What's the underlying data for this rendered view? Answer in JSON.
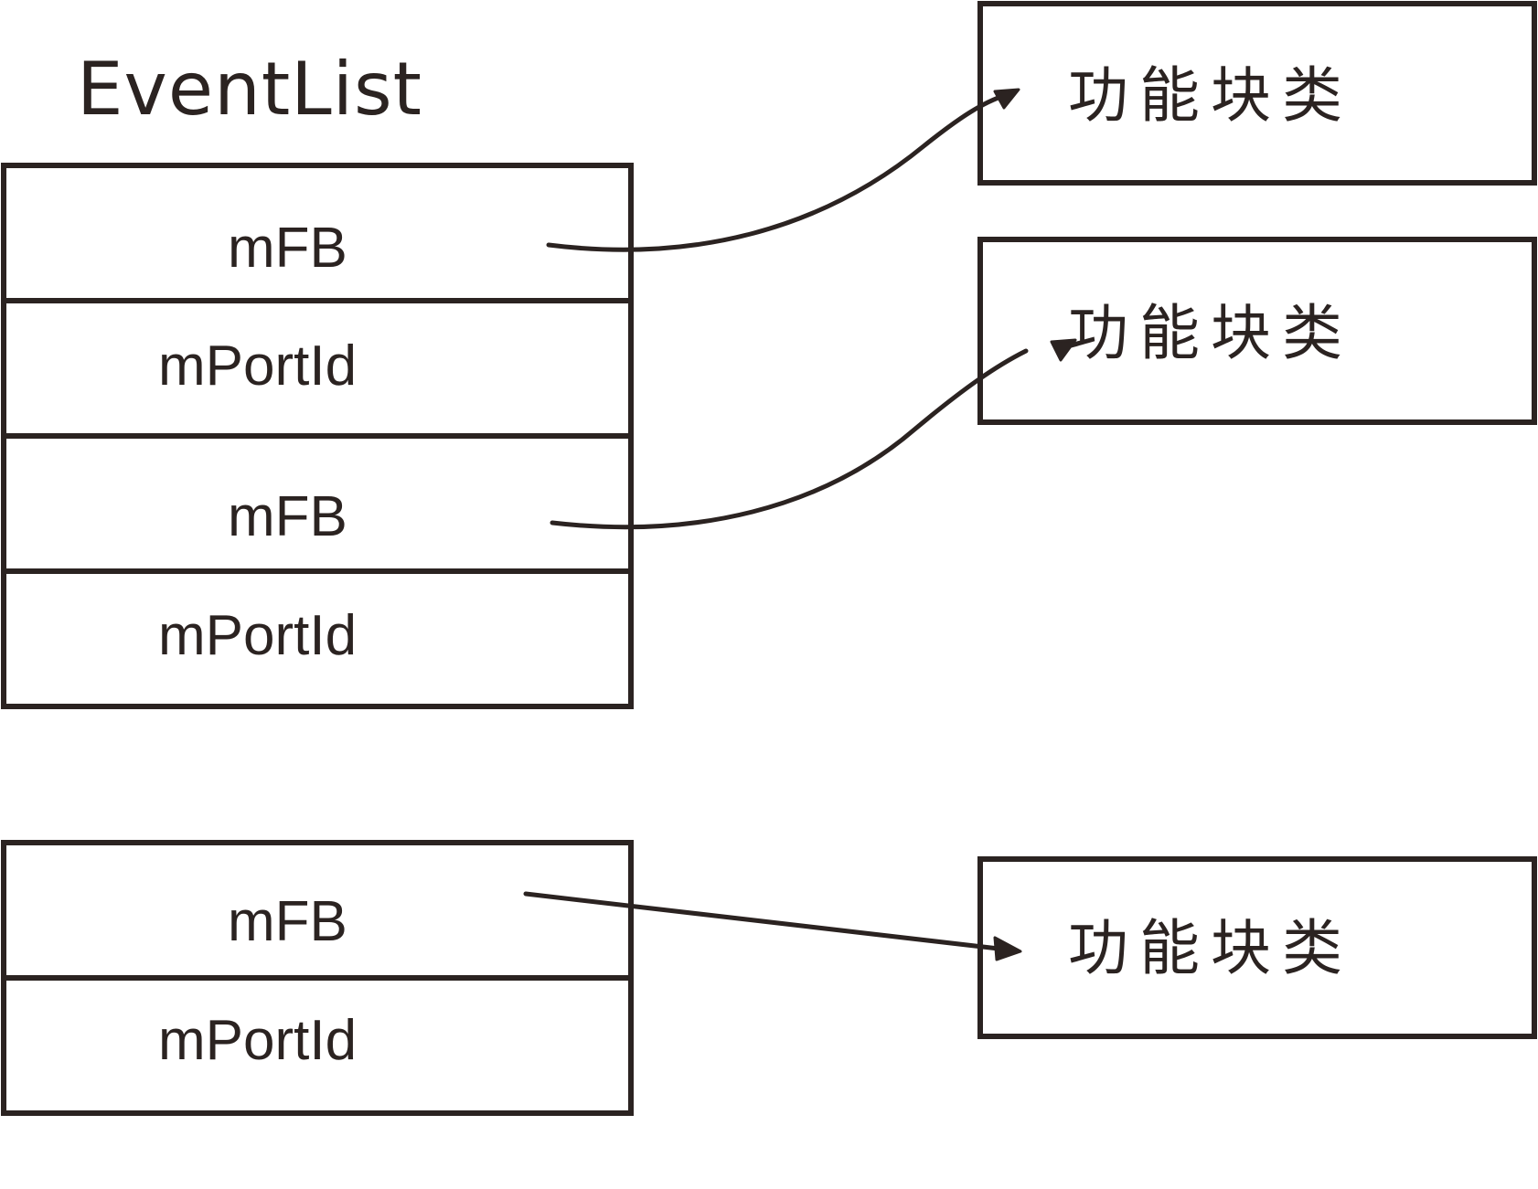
{
  "diagram": {
    "title": "EventList",
    "stroke_color": "#2b2321",
    "background_color": "#ffffff",
    "event_list": {
      "name": "EventList",
      "entries": [
        {
          "fb_label": "mFB",
          "port_label": "mPortId"
        },
        {
          "fb_label": "mFB",
          "port_label": "mPortId"
        }
      ]
    },
    "detached_entry": {
      "fb_label": "mFB",
      "port_label": "mPortId"
    },
    "fb_class_boxes": [
      {
        "label": "功能块类"
      },
      {
        "label": "功能块类"
      },
      {
        "label": "功能块类"
      }
    ],
    "connections": [
      {
        "from": "eventlist-entry-0-mFB",
        "to": "fb-class-box-0",
        "style": "curved-arrow"
      },
      {
        "from": "eventlist-entry-1-mFB",
        "to": "fb-class-box-1",
        "style": "curved-arrow"
      },
      {
        "from": "detached-entry-mFB",
        "to": "fb-class-box-2",
        "style": "straight-arrow"
      }
    ]
  }
}
